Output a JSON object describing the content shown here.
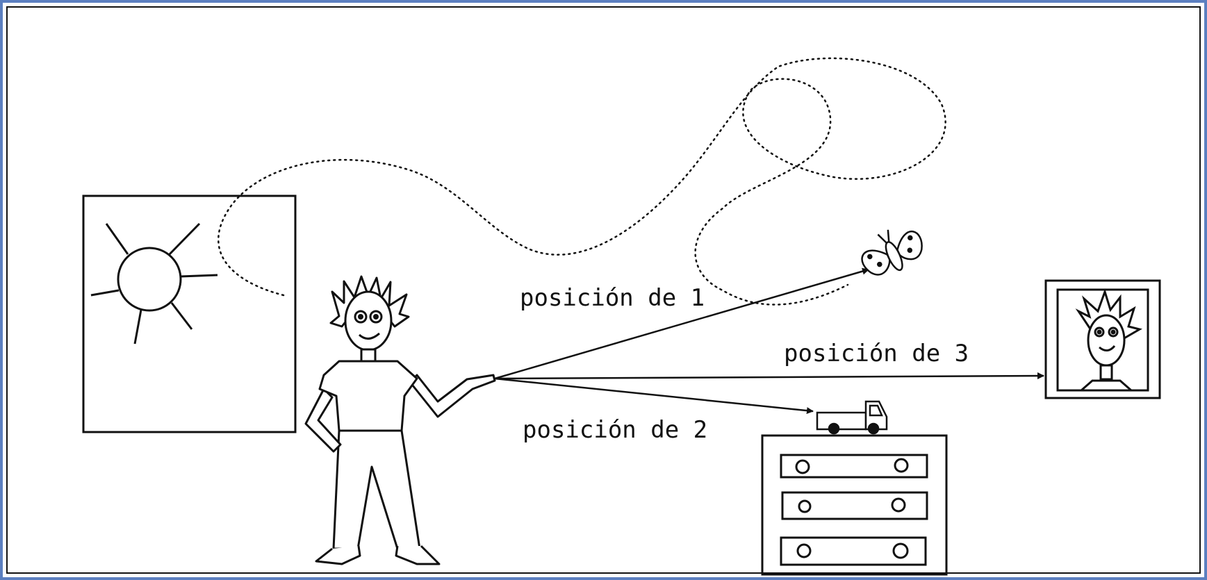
{
  "labels": {
    "pos1": "posición de 1",
    "pos2": "posición de 2",
    "pos3": "posición de 3"
  },
  "colors": {
    "frame_outer": "#5b7fbf",
    "ink": "#111111"
  }
}
